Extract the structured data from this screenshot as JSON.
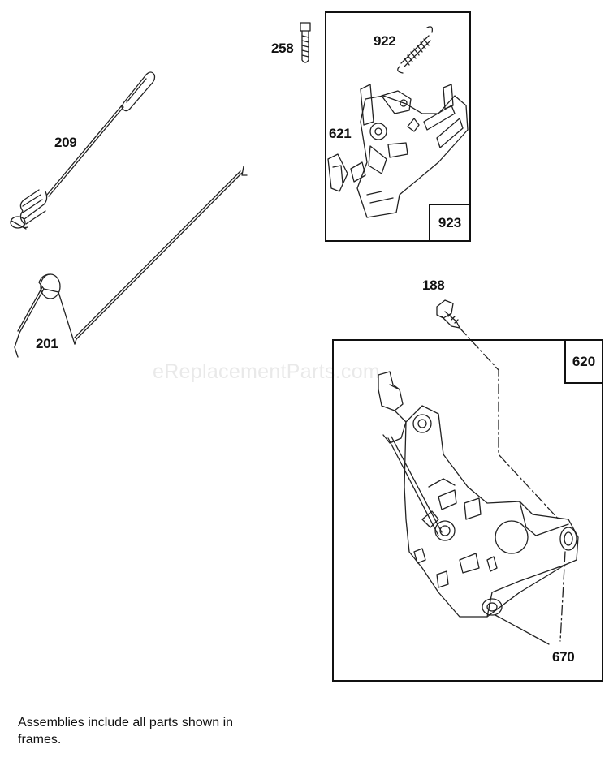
{
  "watermark": "eReplacementParts.com",
  "labels": {
    "p209": "209",
    "p201": "201",
    "p258": "258",
    "p922": "922",
    "p621": "621",
    "p188": "188",
    "p670": "670"
  },
  "frames": {
    "upper_assembly": "923",
    "lower_assembly": "620"
  },
  "note": "Assemblies include all parts shown in frames."
}
